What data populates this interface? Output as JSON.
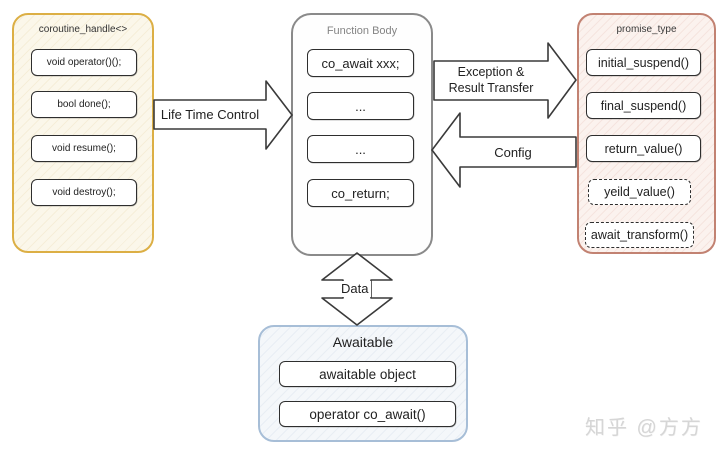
{
  "diagram": {
    "groups": {
      "coroutine_handle": {
        "title": "coroutine_handle<>",
        "items": [
          {
            "label": "void operator()();"
          },
          {
            "label": "bool done();"
          },
          {
            "label": "void resume();"
          },
          {
            "label": "void destroy();"
          }
        ]
      },
      "function_body": {
        "title": "Function Body",
        "items": [
          {
            "label": "co_await xxx;"
          },
          {
            "label": "..."
          },
          {
            "label": "..."
          },
          {
            "label": "co_return;"
          }
        ]
      },
      "promise_type": {
        "title": "promise_type",
        "items": [
          {
            "label": "initial_suspend()",
            "style": "solid"
          },
          {
            "label": "final_suspend()",
            "style": "solid"
          },
          {
            "label": "return_value()",
            "style": "solid"
          },
          {
            "label": "yeild_value()",
            "style": "dashed"
          },
          {
            "label": "await_transform()",
            "style": "dashed"
          }
        ]
      },
      "awaitable": {
        "title": "Awaitable",
        "items": [
          {
            "label": "awaitable object"
          },
          {
            "label": "operator co_await()"
          }
        ]
      }
    },
    "arrows": {
      "life_time_control": {
        "label": "Life Time Control",
        "direction": "right"
      },
      "exception_result": {
        "label_line1": "Exception &",
        "label_line2": "Result Transfer",
        "direction": "right"
      },
      "config": {
        "label": "Config",
        "direction": "left"
      },
      "data": {
        "label": "Data",
        "direction": "both"
      }
    },
    "colors": {
      "coroutine_border": "#dcaf45",
      "function_border": "#8a8a8a",
      "promise_border": "#c28272",
      "awaitable_border": "#a7bed7",
      "item_border": "#2e2e2e"
    },
    "watermark": "知乎 @方方"
  }
}
